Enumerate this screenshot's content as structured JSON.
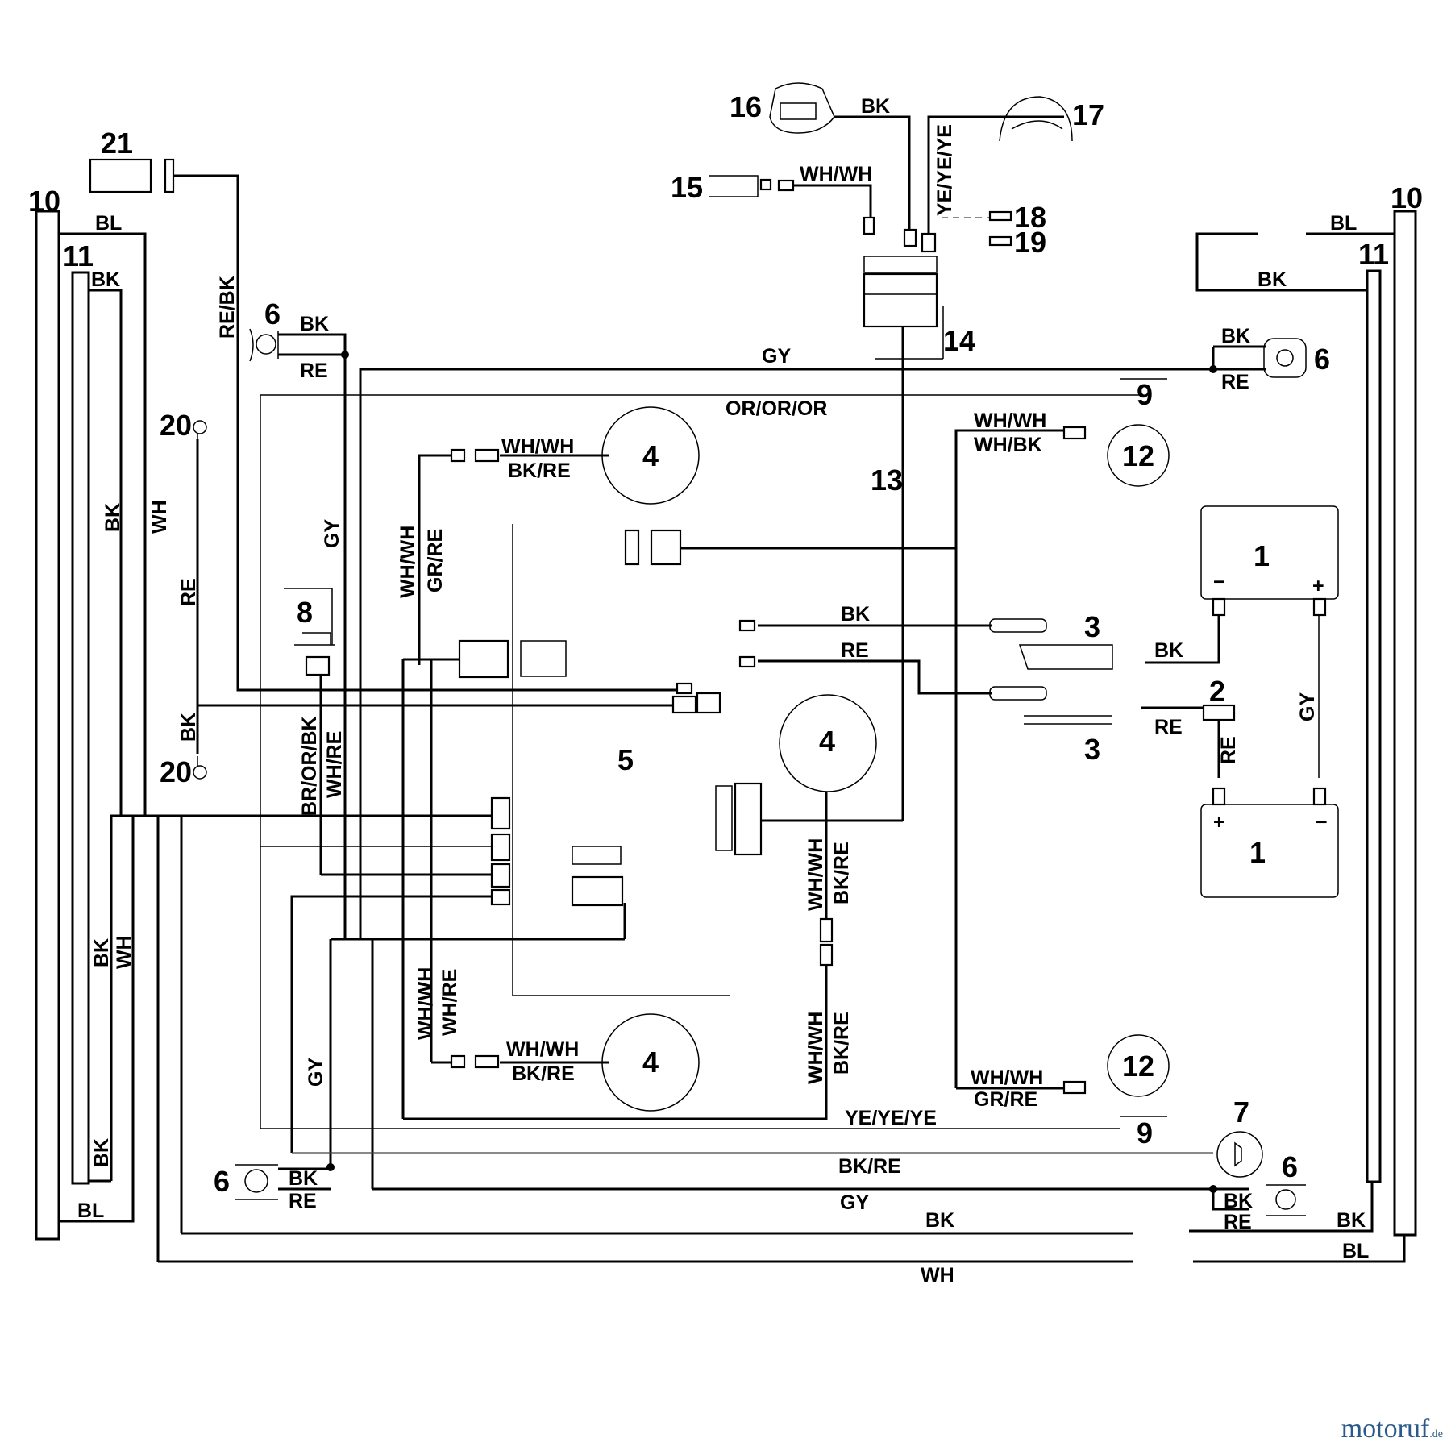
{
  "components": {
    "c1a": "1",
    "c1b": "1",
    "c2": "2",
    "c3a": "3",
    "c3b": "3",
    "c4a": "4",
    "c4b": "4",
    "c4c": "4",
    "c5": "5",
    "c6a": "6",
    "c6b": "6",
    "c6c": "6",
    "c6d": "6",
    "c7": "7",
    "c8": "8",
    "c9a": "9",
    "c9b": "9",
    "c10a": "10",
    "c10b": "10",
    "c11a": "11",
    "c11b": "11",
    "c12a": "12",
    "c12b": "12",
    "c13": "13",
    "c14": "14",
    "c15": "15",
    "c16": "16",
    "c17": "17",
    "c18": "18",
    "c19": "19",
    "c20a": "20",
    "c20b": "20",
    "c21": "21"
  },
  "battery_symbols": {
    "minus": "−",
    "plus": "+"
  },
  "wires": {
    "bl_top_left": "BL",
    "bk_top_left": "BK",
    "bk_vert_left": "BK",
    "wh_vert_left": "WH",
    "re_bk_vert": "RE/BK",
    "re_vert": "RE",
    "bk_vert_20": "BK",
    "bk_6tl": "BK",
    "re_6tl": "RE",
    "gy_vert_main": "GY",
    "gy_top": "GY",
    "or_or_or": "OR/OR/OR",
    "bk_16": "BK",
    "wh_wh_15": "WH/WH",
    "ye_ye_ye_vert": "YE/YE/YE",
    "bl_top_right": "BL",
    "bk_top_right": "BK",
    "bk_6tr": "BK",
    "re_6tr": "RE",
    "wh_wh_12top": "WH/WH",
    "wh_bk_12top": "WH/BK",
    "wh_wh_4top": "WH/WH",
    "bk_re_4top": "BK/RE",
    "wh_wh_vert_left": "WH/WH",
    "gr_re_vert_left": "GR/RE",
    "bk_mid": "BK",
    "re_mid": "RE",
    "bk_bat": "BK",
    "re_bat": "RE",
    "re_bat_vert": "RE",
    "gy_bat_vert": "GY",
    "br_or_bk_vert": "BR/OR/BK",
    "wh_re_vert": "WH/RE",
    "wh_wh_vert_mid": "WH/WH",
    "bk_re_vert_mid": "BK/RE",
    "bk_vert_lower_left": "BK",
    "wh_vert_lower_left": "WH",
    "bk_lower_left": "BK",
    "gy_vert_lower": "GY",
    "wh_wh_vert_low": "WH/WH",
    "wh_re_vert_low": "WH/RE",
    "wh_wh_4bot": "WH/WH",
    "bk_re_4bot": "BK/RE",
    "wh_wh_vert_mid_low": "WH/WH",
    "bk_re_vert_mid_low": "BK/RE",
    "wh_wh_12bot": "WH/WH",
    "gr_re_12bot": "GR/RE",
    "ye_ye_ye_bot": "YE/YE/YE",
    "bk_re_bot": "BK/RE",
    "bk_6bl": "BK",
    "re_6bl": "RE",
    "bk_6br": "BK",
    "re_6br": "RE",
    "gy_bot": "GY",
    "bk_bot": "BK",
    "wh_bot": "WH",
    "bl_bot_left": "BL",
    "bk_bot_right": "BK",
    "bl_bot_right": "BL"
  },
  "watermark": {
    "brand": "motoruf",
    "tld": ".de"
  }
}
